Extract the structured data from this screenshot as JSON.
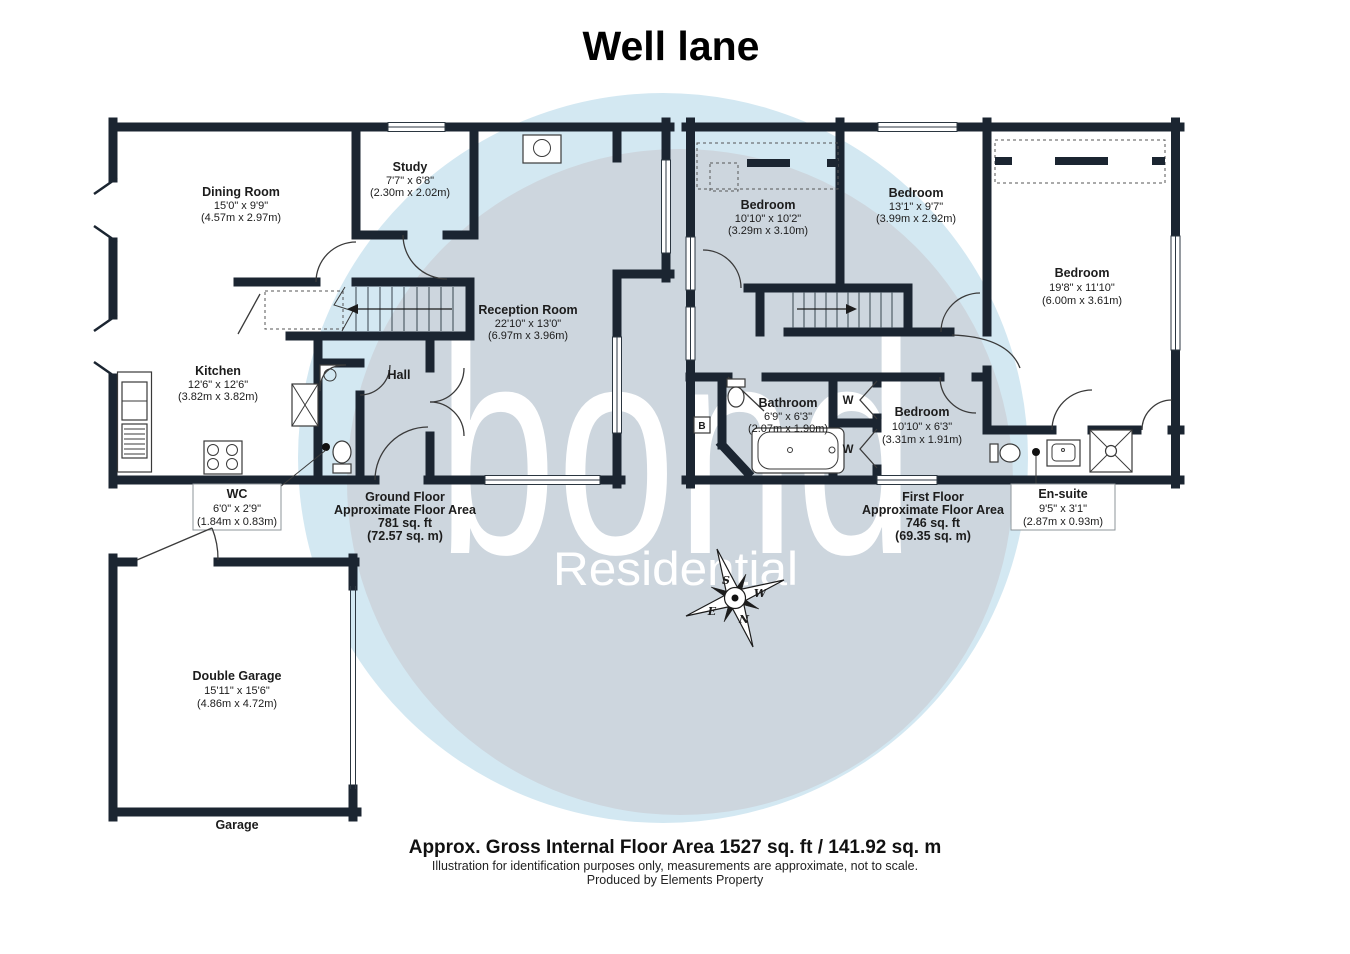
{
  "title": "Well lane",
  "watermark": {
    "brand": "bond",
    "sub": "Residential"
  },
  "compass": {
    "n": "N",
    "s": "S",
    "e": "E",
    "w": "W"
  },
  "colors": {
    "wall": "#1b2531",
    "circle_light": "#d3e8f2",
    "circle_gray": "#cdd6de",
    "text": "#1c1c1c"
  },
  "rooms": {
    "dining": {
      "name": "Dining Room",
      "imperial": "15'0\" x 9'9\"",
      "metric": "(4.57m x 2.97m)"
    },
    "study": {
      "name": "Study",
      "imperial": "7'7\" x 6'8\"",
      "metric": "(2.30m x 2.02m)"
    },
    "reception": {
      "name": "Reception Room",
      "imperial": "22'10\" x 13'0\"",
      "metric": "(6.97m x 3.96m)"
    },
    "kitchen": {
      "name": "Kitchen",
      "imperial": "12'6\" x 12'6\"",
      "metric": "(3.82m x 3.82m)"
    },
    "hall": {
      "name": "Hall"
    },
    "wc": {
      "name": "WC",
      "imperial": "6'0\" x 2'9\"",
      "metric": "(1.84m x 0.83m)"
    },
    "bedroom1": {
      "name": "Bedroom",
      "imperial": "10'10\" x 10'2\"",
      "metric": "(3.29m x 3.10m)"
    },
    "bedroom2": {
      "name": "Bedroom",
      "imperial": "13'1\" x 9'7\"",
      "metric": "(3.99m x 2.92m)"
    },
    "bedroom3": {
      "name": "Bedroom",
      "imperial": "19'8\" x 11'10\"",
      "metric": "(6.00m x 3.61m)"
    },
    "bedroom4": {
      "name": "Bedroom",
      "imperial": "10'10\" x 6'3\"",
      "metric": "(3.31m x 1.91m)"
    },
    "bathroom": {
      "name": "Bathroom",
      "imperial": "6'9\" x 6'3\"",
      "metric": "(2.07m x 1.90m)"
    },
    "ensuite": {
      "name": "En-suite",
      "imperial": "9'5\" x 3'1\"",
      "metric": "(2.87m x 0.93m)"
    },
    "garage": {
      "name": "Double Garage",
      "imperial": "15'11\" x 15'6\"",
      "metric": "(4.86m x 4.72m)"
    }
  },
  "labels": {
    "garage_exterior": "Garage",
    "wardrobe": "W",
    "boiler": "B"
  },
  "floor_areas": {
    "ground": {
      "l1": "Ground Floor",
      "l2": "Approximate Floor Area",
      "l3": "781 sq. ft",
      "l4": "(72.57 sq. m)"
    },
    "first": {
      "l1": "First Floor",
      "l2": "Approximate Floor Area",
      "l3": "746 sq. ft",
      "l4": "(69.35 sq. m)"
    }
  },
  "footer": {
    "gross_area": "Approx. Gross Internal Floor Area 1527 sq. ft / 141.92 sq. m",
    "disclaimer": "Illustration for identification purposes only, measurements are approximate, not to scale.",
    "produced_by": "Produced by Elements Property"
  }
}
